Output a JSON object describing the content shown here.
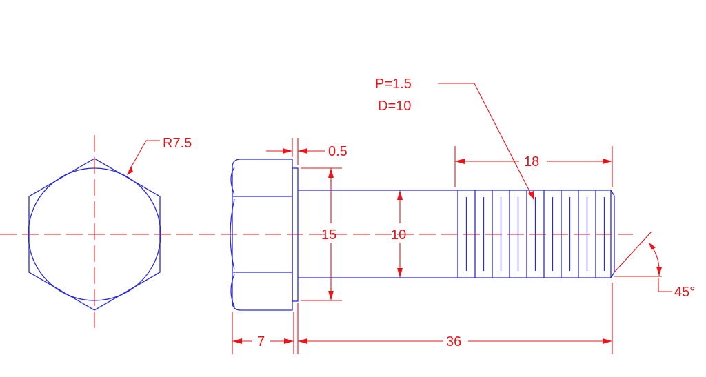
{
  "drawing": {
    "colors": {
      "geometry": "#2a2ad8",
      "dimensions": "#e8141a",
      "background": "#ffffff"
    },
    "labels": {
      "radius": "R7.5",
      "pitch": "P=1.5",
      "diameter": "D=10",
      "washer_thickness": "0.5",
      "head_width": "15",
      "shank_diameter": "10",
      "thread_length": "18",
      "chamfer_angle": "45°",
      "head_height": "7",
      "bolt_length": "36"
    }
  }
}
